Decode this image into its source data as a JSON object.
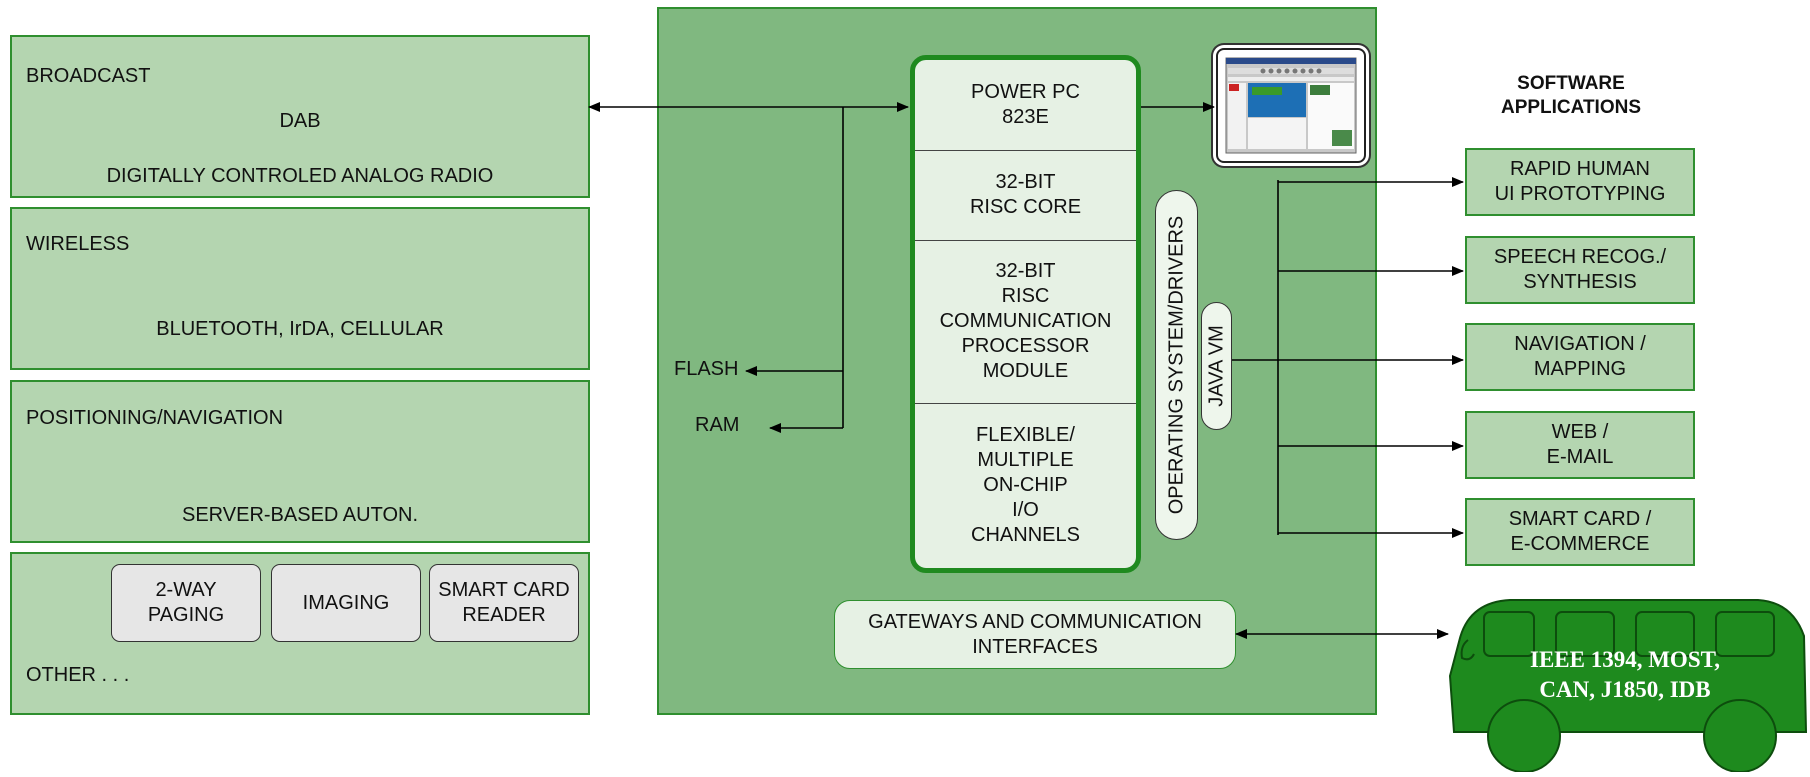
{
  "left_panels": {
    "broadcast": {
      "title": "BROADCAST",
      "line1": "DAB",
      "line2": "DIGITALLY CONTROLED ANALOG RADIO"
    },
    "wireless": {
      "title": "WIRELESS",
      "line1": "BLUETOOTH, IrDA, CELLULAR"
    },
    "positioning": {
      "title": "POSITIONING/NAVIGATION",
      "line1": "SERVER-BASED AUTON."
    },
    "other": {
      "title": "OTHER . . .",
      "items": [
        "2-WAY\nPAGING",
        "IMAGING",
        "SMART CARD\nREADER"
      ]
    }
  },
  "memory": {
    "flash": "FLASH",
    "ram": "RAM"
  },
  "chip": {
    "cells": [
      "POWER PC\n823E",
      "32-BIT\nRISC CORE",
      "32-BIT\nRISC\nCOMMUNICATION\nPROCESSOR\nMODULE",
      "FLEXIBLE/\nMULTIPLE\nON-CHIP\nI/O\nCHANNELS"
    ]
  },
  "os_label": "OPERATING SYSTEM/DRIVERS",
  "java_label": "JAVA VM",
  "gateways": "GATEWAYS AND COMMUNICATION\nINTERFACES",
  "software": {
    "title": "SOFTWARE\nAPPLICATIONS",
    "apps": [
      "RAPID HUMAN\nUI PROTOTYPING",
      "SPEECH RECOG./\nSYNTHESIS",
      "NAVIGATION /\nMAPPING",
      "WEB /\nE-MAIL",
      "SMART CARD /\nE-COMMERCE"
    ]
  },
  "bus_label": "IEEE 1394, MOST,\nCAN, J1850, IDB",
  "colors": {
    "panel_fill": "#b4d5b0",
    "panel_border": "#2f8f2f",
    "center_fill": "#80b880",
    "chip_border": "#1f8a1f",
    "bus_green": "#1e8a1e"
  }
}
